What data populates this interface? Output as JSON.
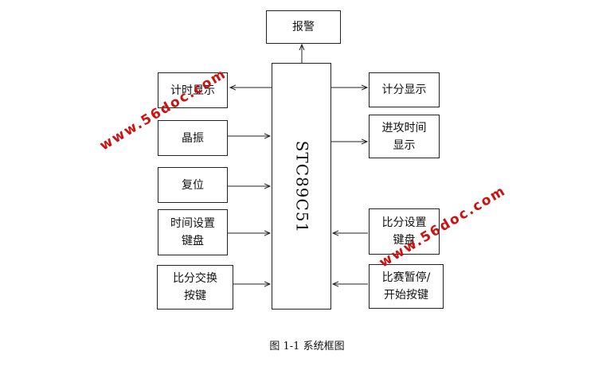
{
  "diagram": {
    "mcu": {
      "label": "STC89C51"
    },
    "alarm": "报警",
    "left_blocks": [
      "计时显示",
      "晶振",
      "复位",
      "时间设置\n键盘",
      "比分交换\n按键"
    ],
    "right_blocks": [
      "计分显示",
      "进攻时间\n显示",
      "比分设置\n键盘",
      "比赛暂停/\n开始按键"
    ]
  },
  "caption": "图 1-1  系统框图",
  "watermark": "www.56doc.com",
  "colors": {
    "line": "#222222",
    "watermark": "#cc1111"
  }
}
